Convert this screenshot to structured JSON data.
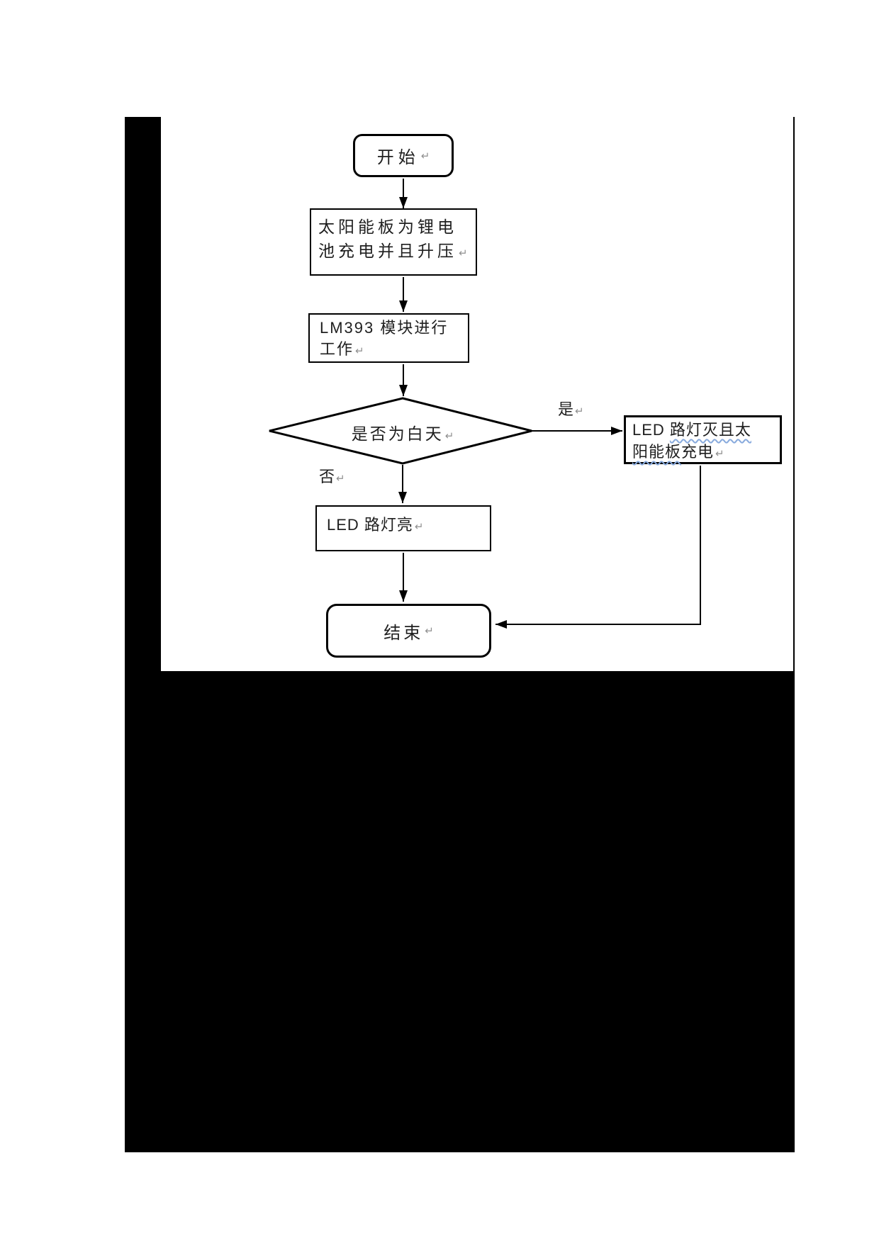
{
  "page": {
    "background": "#ffffff",
    "line_color": "#000000",
    "text_color": "#1f1f1f",
    "mark_color": "#909090",
    "squiggle_color": "#88aadd"
  },
  "marks": {
    "return": "↵"
  },
  "flowchart": {
    "type": "flowchart",
    "nodes": {
      "start": {
        "shape": "terminator",
        "label": "开始"
      },
      "solar_charge": {
        "shape": "process",
        "line1": "太阳能板为锂电",
        "line2": "池充电并且升压"
      },
      "lm393": {
        "shape": "process",
        "line1": "LM393 模块进行",
        "line2": "工作"
      },
      "is_daytime": {
        "shape": "decision",
        "label": "是否为白天"
      },
      "led_off": {
        "shape": "process",
        "line1_plain": "LED ",
        "line1_misspell": "路灯灭且太",
        "line2_misspell": "阳能板",
        "line2_plain": "充电"
      },
      "led_on": {
        "shape": "process",
        "label": "LED 路灯亮"
      },
      "end": {
        "shape": "terminator",
        "label": "结束"
      }
    },
    "edges": {
      "yes_label": "是",
      "no_label": "否"
    },
    "connections": [
      {
        "from": "start",
        "to": "solar_charge"
      },
      {
        "from": "solar_charge",
        "to": "lm393"
      },
      {
        "from": "lm393",
        "to": "is_daytime"
      },
      {
        "from": "is_daytime",
        "to": "led_off",
        "label": "是"
      },
      {
        "from": "is_daytime",
        "to": "led_on",
        "label": "否"
      },
      {
        "from": "led_on",
        "to": "end"
      },
      {
        "from": "led_off",
        "to": "end"
      }
    ]
  }
}
